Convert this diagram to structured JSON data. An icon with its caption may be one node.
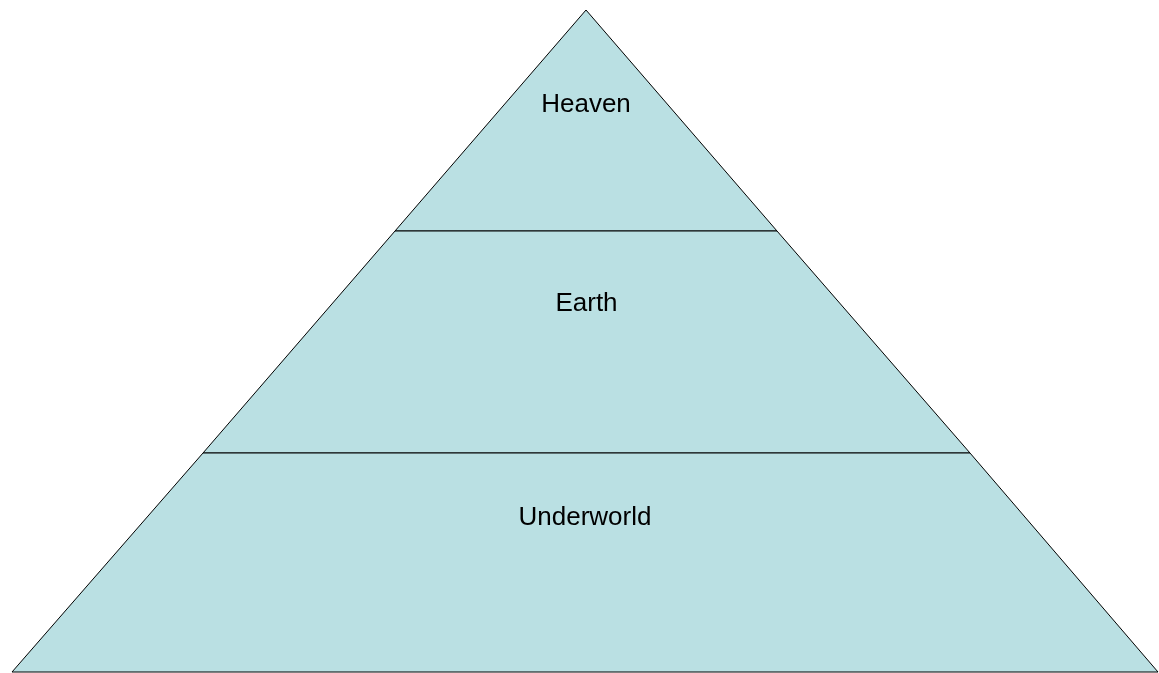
{
  "diagram": {
    "nodes": [
      {
        "text": [
          "Heaven"
        ]
      },
      {
        "text": [
          "Earth"
        ]
      },
      {
        "text": [
          "Underworld"
        ]
      }
    ]
  }
}
